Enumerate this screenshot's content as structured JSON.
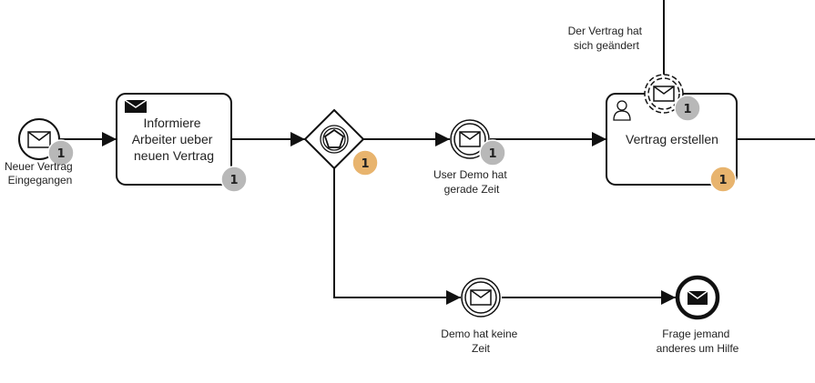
{
  "colors": {
    "stroke": "#111111",
    "badge_grey": "#b8b8b8",
    "badge_orange": "#e8b46e",
    "background": "#ffffff"
  },
  "events": {
    "start": {
      "label": [
        "Neuer Vertrag",
        "Eingegangen"
      ],
      "icon": "envelope-icon",
      "count": "1"
    },
    "catch_user_demo": {
      "label": [
        "User Demo hat",
        "gerade Zeit"
      ],
      "icon": "envelope-icon",
      "count": "1"
    },
    "catch_no_time": {
      "label": [
        "Demo hat keine",
        "Zeit"
      ],
      "icon": "envelope-icon"
    },
    "end_ask_help": {
      "label": [
        "Frage jemand",
        "anderes um Hilfe"
      ],
      "icon": "filled-envelope-icon"
    },
    "boundary_changed": {
      "label": [
        "Der Vertrag hat",
        "sich geändert"
      ],
      "icon": "envelope-icon",
      "count": "1"
    }
  },
  "tasks": {
    "inform": {
      "label": [
        "Informiere",
        "Arbeiter ueber",
        "neuen Vertrag"
      ],
      "icon": "send-envelope-icon",
      "count": "1"
    },
    "create_contract": {
      "label": [
        "Vertrag erstellen"
      ],
      "icon": "user-icon",
      "count": "1"
    }
  },
  "gateway": {
    "icon": "pentagon-icon",
    "count": "1"
  }
}
